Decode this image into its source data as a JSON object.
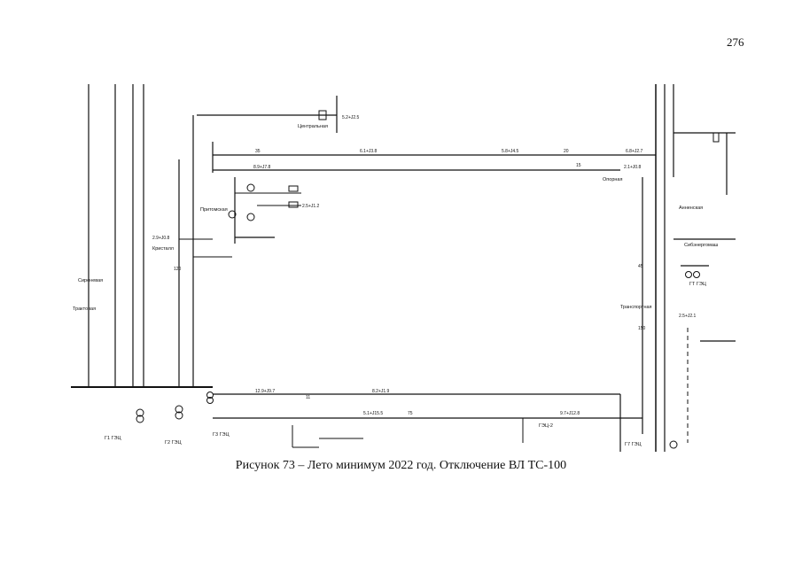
{
  "page_number": "276",
  "caption": "Рисунок 73 – Лето минимум 2022 год. Отключение ВЛ ТС-100",
  "labels": {
    "centralnaya": "Центральная",
    "pritomskaya": "Притомская",
    "kristall": "Кристалл",
    "trakt": "Трактовая",
    "siren": "Сиреневая",
    "sibenergo": "Сибэнергомаш",
    "transp": "Транспортная",
    "opornaya": "Опорная",
    "annenskaya": "Анненская",
    "g1": "Г1 ГЭЦ",
    "g2": "Г2 ГЭЦ",
    "g3": "Г3 ГЭЦ",
    "g7": "Г7 ГЭЦ",
    "gt": "ГТ ГЭЦ",
    "gec2": "ГЭЦ-2",
    "vl35": "35",
    "vl20": "20",
    "vl15": "15",
    "vl120": "120",
    "vl45": "45",
    "vl150": "150",
    "vl11": "11",
    "vl75": "75",
    "flow_a": "5.2+J2.5",
    "flow_b": "6.1+J3.8",
    "flow_c": "8.9+J7.8",
    "flow_d": "5.8+J4.5",
    "flow_e": "6.8+J2.7",
    "flow_f": "2.1+J0.8",
    "flow_g": "2.5+J1.2",
    "flow_h": "2.9+J0.8",
    "flow_i": "12.9+J9.7",
    "flow_j": "8.2+J1.9",
    "flow_k": "5.1+J15.5",
    "flow_l": "9.7+J12.8",
    "flow_m": "2.5+J2.1"
  }
}
